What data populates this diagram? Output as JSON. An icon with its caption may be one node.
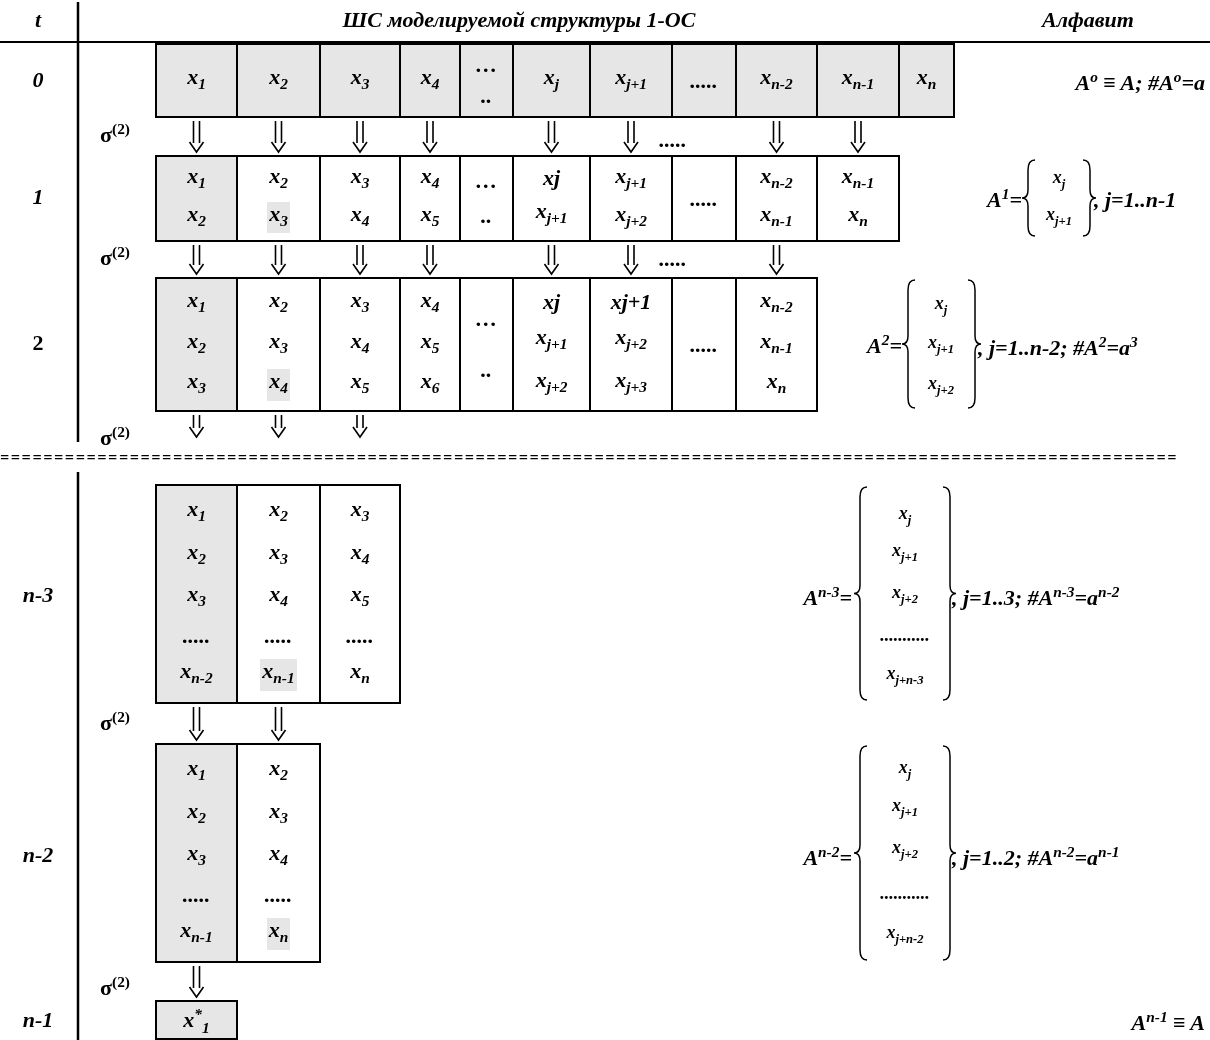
{
  "diagram": {
    "nodes": [
      {
        "text": [
          "x$_{1}$"
        ]
      },
      {
        "text": [
          "x$_{2}$"
        ]
      },
      {
        "text": [
          "x$_{3}$"
        ]
      },
      {
        "text": [
          "x$_{4}$"
        ]
      },
      {
        "text": [
          "…",
          ".."
        ]
      },
      {
        "text": [
          "x$_{j}$"
        ]
      },
      {
        "text": [
          "x$_{j+1}$"
        ]
      },
      {
        "text": [
          "....."
        ]
      },
      {
        "text": [
          "x$_{n-2}$"
        ]
      },
      {
        "text": [
          "x$_{n-1}$"
        ]
      },
      {
        "text": [
          "x$_{n}$"
        ]
      },
      {
        "text": [
          "x$_{1}$",
          "x$_{2}$"
        ]
      },
      {
        "text": [
          "x$_{2}$",
          "x$_{3}$"
        ]
      },
      {
        "text": [
          "x$_{3}$",
          "x$_{4}$"
        ]
      },
      {
        "text": [
          "x$_{4}$",
          "x$_{5}$"
        ]
      },
      {
        "text": [
          "…",
          ".."
        ]
      },
      {
        "text": [
          "xj",
          "x$_{j+1}$"
        ]
      },
      {
        "text": [
          "x$_{j+1}$",
          "x$_{j+2}$"
        ]
      },
      {
        "text": [
          "....."
        ]
      },
      {
        "text": [
          "x$_{n-2}$",
          "x$_{n-1}$"
        ]
      },
      {
        "text": [
          "x$_{n-1}$",
          "x$_{n}$"
        ]
      },
      {
        "text": [
          "x$_{1}$",
          "x$_{2}$",
          "x$_{3}$"
        ]
      },
      {
        "text": [
          "x$_{2}$",
          "x$_{3}$",
          "x$_{4}$"
        ]
      },
      {
        "text": [
          "x$_{3}$",
          "x$_{4}$",
          "x$_{5}$"
        ]
      },
      {
        "text": [
          "x$_{4}$",
          "x$_{5}$",
          "x$_{6}$"
        ]
      },
      {
        "text": [
          "…",
          ".."
        ]
      },
      {
        "text": [
          "xj",
          "x$_{j+1}$",
          "x$_{j+2}$"
        ]
      },
      {
        "text": [
          "xj+1",
          "x$_{j+2}$",
          "x$_{j+3}$"
        ]
      },
      {
        "text": [
          "....."
        ]
      },
      {
        "text": [
          "x$_{n-2}$",
          "x$_{n-1}$",
          "x$_{n}$"
        ]
      },
      {
        "text": [
          "x$_{1}$",
          "x$_{2}$",
          "x$_{3}$",
          ".....",
          "x$_{n-2}$"
        ]
      },
      {
        "text": [
          "x$_{2}$",
          "x$_{3}$",
          "x$_{4}$",
          ".....",
          "x$_{n-1}$"
        ]
      },
      {
        "text": [
          "x$_{3}$",
          "x$_{4}$",
          "x$_{5}$",
          ".....",
          "x$_{n}$"
        ]
      },
      {
        "text": [
          "x$_{1}$",
          "x$_{2}$",
          "x$_{3}$",
          ".....",
          "x$_{n-1}$"
        ]
      },
      {
        "text": [
          "x$_{2}$",
          "x$_{3}$",
          "x$_{4}$",
          ".....",
          "x$_{n}$"
        ]
      },
      {
        "text": [
          "x$^{*}$$_{1}$"
        ]
      }
    ],
    "edges": [
      {
        "from": 0,
        "to": 11,
        "arrow": "to"
      },
      {
        "from": 1,
        "to": 12,
        "arrow": "to"
      },
      {
        "from": 2,
        "to": 13,
        "arrow": "to"
      },
      {
        "from": 3,
        "to": 14,
        "arrow": "to"
      },
      {
        "from": 5,
        "to": 16,
        "arrow": "to"
      },
      {
        "from": 6,
        "to": 17,
        "arrow": "to"
      },
      {
        "from": 8,
        "to": 19,
        "arrow": "to"
      },
      {
        "from": 9,
        "to": 20,
        "arrow": "to"
      },
      {
        "from": 11,
        "to": 21,
        "arrow": "to"
      },
      {
        "from": 12,
        "to": 22,
        "arrow": "to"
      },
      {
        "from": 13,
        "to": 23,
        "arrow": "to"
      },
      {
        "from": 14,
        "to": 24,
        "arrow": "to"
      },
      {
        "from": 16,
        "to": 26,
        "arrow": "to"
      },
      {
        "from": 17,
        "to": 27,
        "arrow": "to"
      },
      {
        "from": 19,
        "to": 29,
        "arrow": "to"
      },
      {
        "from": 21,
        "to": null,
        "arrow": "to"
      },
      {
        "from": 22,
        "to": null,
        "arrow": "to"
      },
      {
        "from": 23,
        "to": null,
        "arrow": "to"
      },
      {
        "from": 30,
        "to": 33,
        "arrow": "to"
      },
      {
        "from": 31,
        "to": 34,
        "arrow": "to"
      },
      {
        "from": 33,
        "to": 35,
        "arrow": "to"
      }
    ],
    "labels": [
      "t",
      "ШС моделируемой структуры 1-ОС",
      "Алфавит",
      "0",
      "σ$^{(2)}$",
      ".....",
      "1",
      "σ$^{(2)}$",
      ".....",
      "2",
      "σ$^{(2)}$",
      "=============================================================================================================",
      "n-3",
      "σ$^{(2)}$",
      "n-2",
      "σ$^{(2)}$",
      "n-1",
      "A$^{o}$ ≡ A; #A$^{o}$=a",
      "A$^{1}$=",
      "x$_{j}$",
      "x$_{j+1}$",
      ", j=1..n-1",
      "A$^{2}$=",
      "x$_{j}$",
      "x$_{j+1}$",
      "x$_{j+2}$",
      ", j=1..n-2; #A$^{2}$=a$^{3}$",
      "A$^{n-3}$=",
      "x$_{j}$",
      "x$_{j+1}$",
      "x$_{j+2}$",
      "...........",
      "x$_{j+n-3}$",
      ", j=1..3; #A$^{n-3}$=a$^{n-2}$",
      "A$^{n-2}$=",
      "x$_{j}$",
      "x$_{j+1}$",
      "x$_{j+2}$",
      "...........",
      "x$_{j+n-2}$",
      ", j=1..2; #A$^{n-2}$=a$^{n-1}$",
      "A$^{n-1}$ ≡ A"
    ]
  }
}
